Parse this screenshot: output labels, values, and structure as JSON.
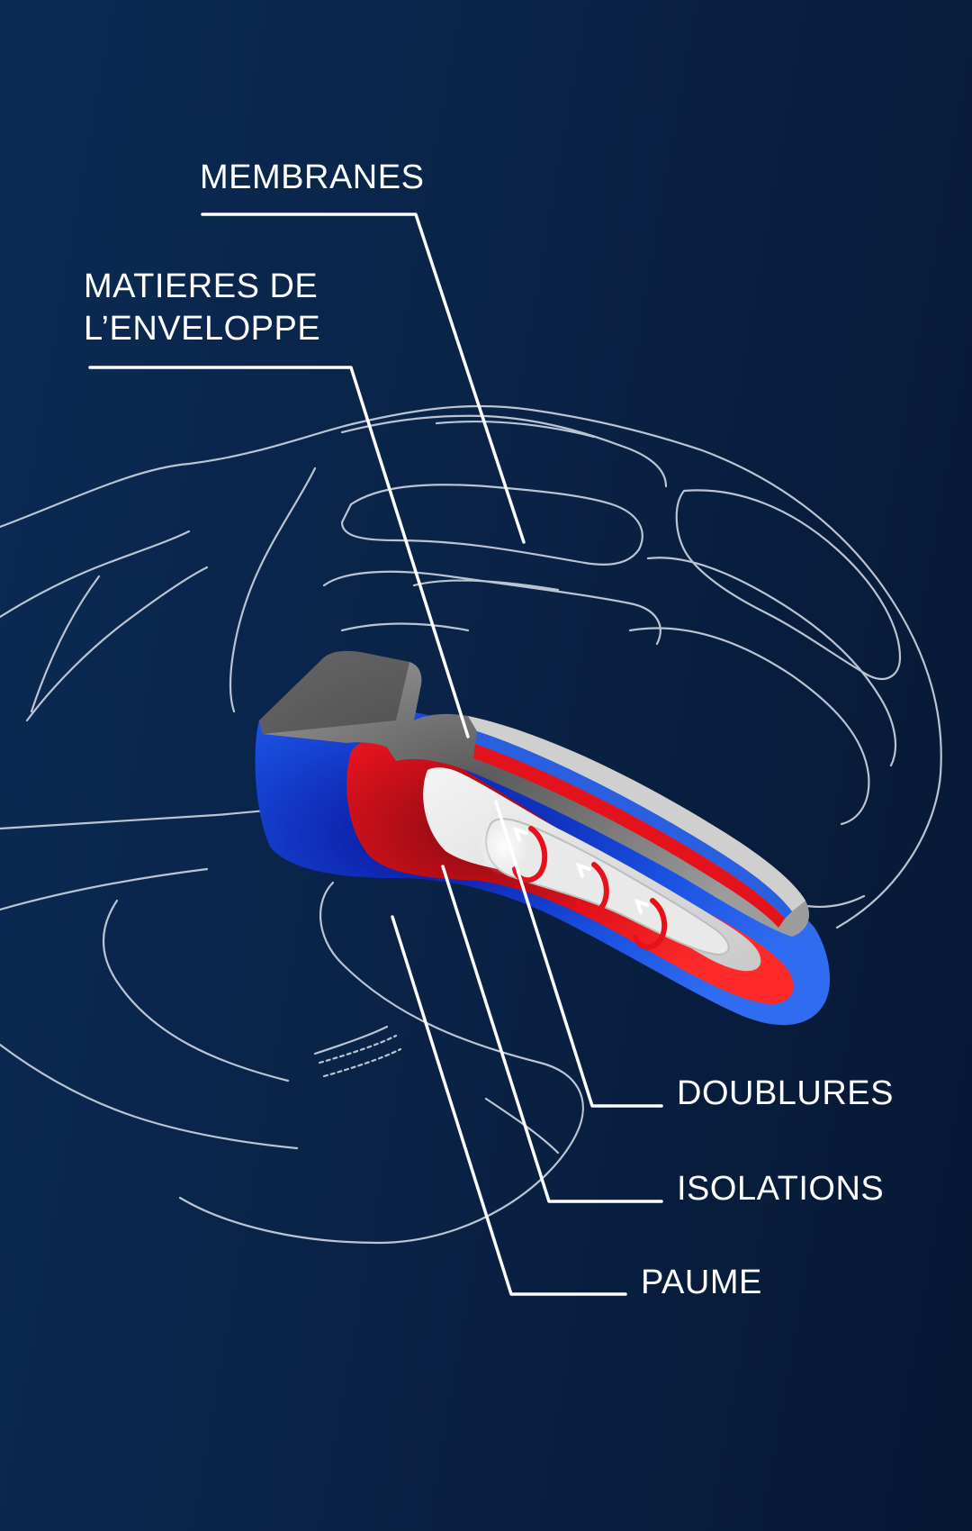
{
  "labels": {
    "membranes": "MEMBRANES",
    "matieres_line1": "MATIERES DE",
    "matieres_line2": "L’ENVELOPPE",
    "doublures": "DOUBLURES",
    "isolations": "ISOLATIONS",
    "paume": "PAUME"
  },
  "colors": {
    "background_dark": "#061733",
    "background_mid": "#0a2347",
    "outline": "#cfd6e2",
    "leader_line": "#ffffff",
    "shell_layer": "#9a9a9a",
    "membrane_layer": "#1f5fe0",
    "insulation_layer": "#e4121b",
    "lining_layer": "#e3e3e3"
  },
  "icons": [
    "glove-outline",
    "glove-layer-cross-section",
    "airflow-arrows-icon"
  ]
}
